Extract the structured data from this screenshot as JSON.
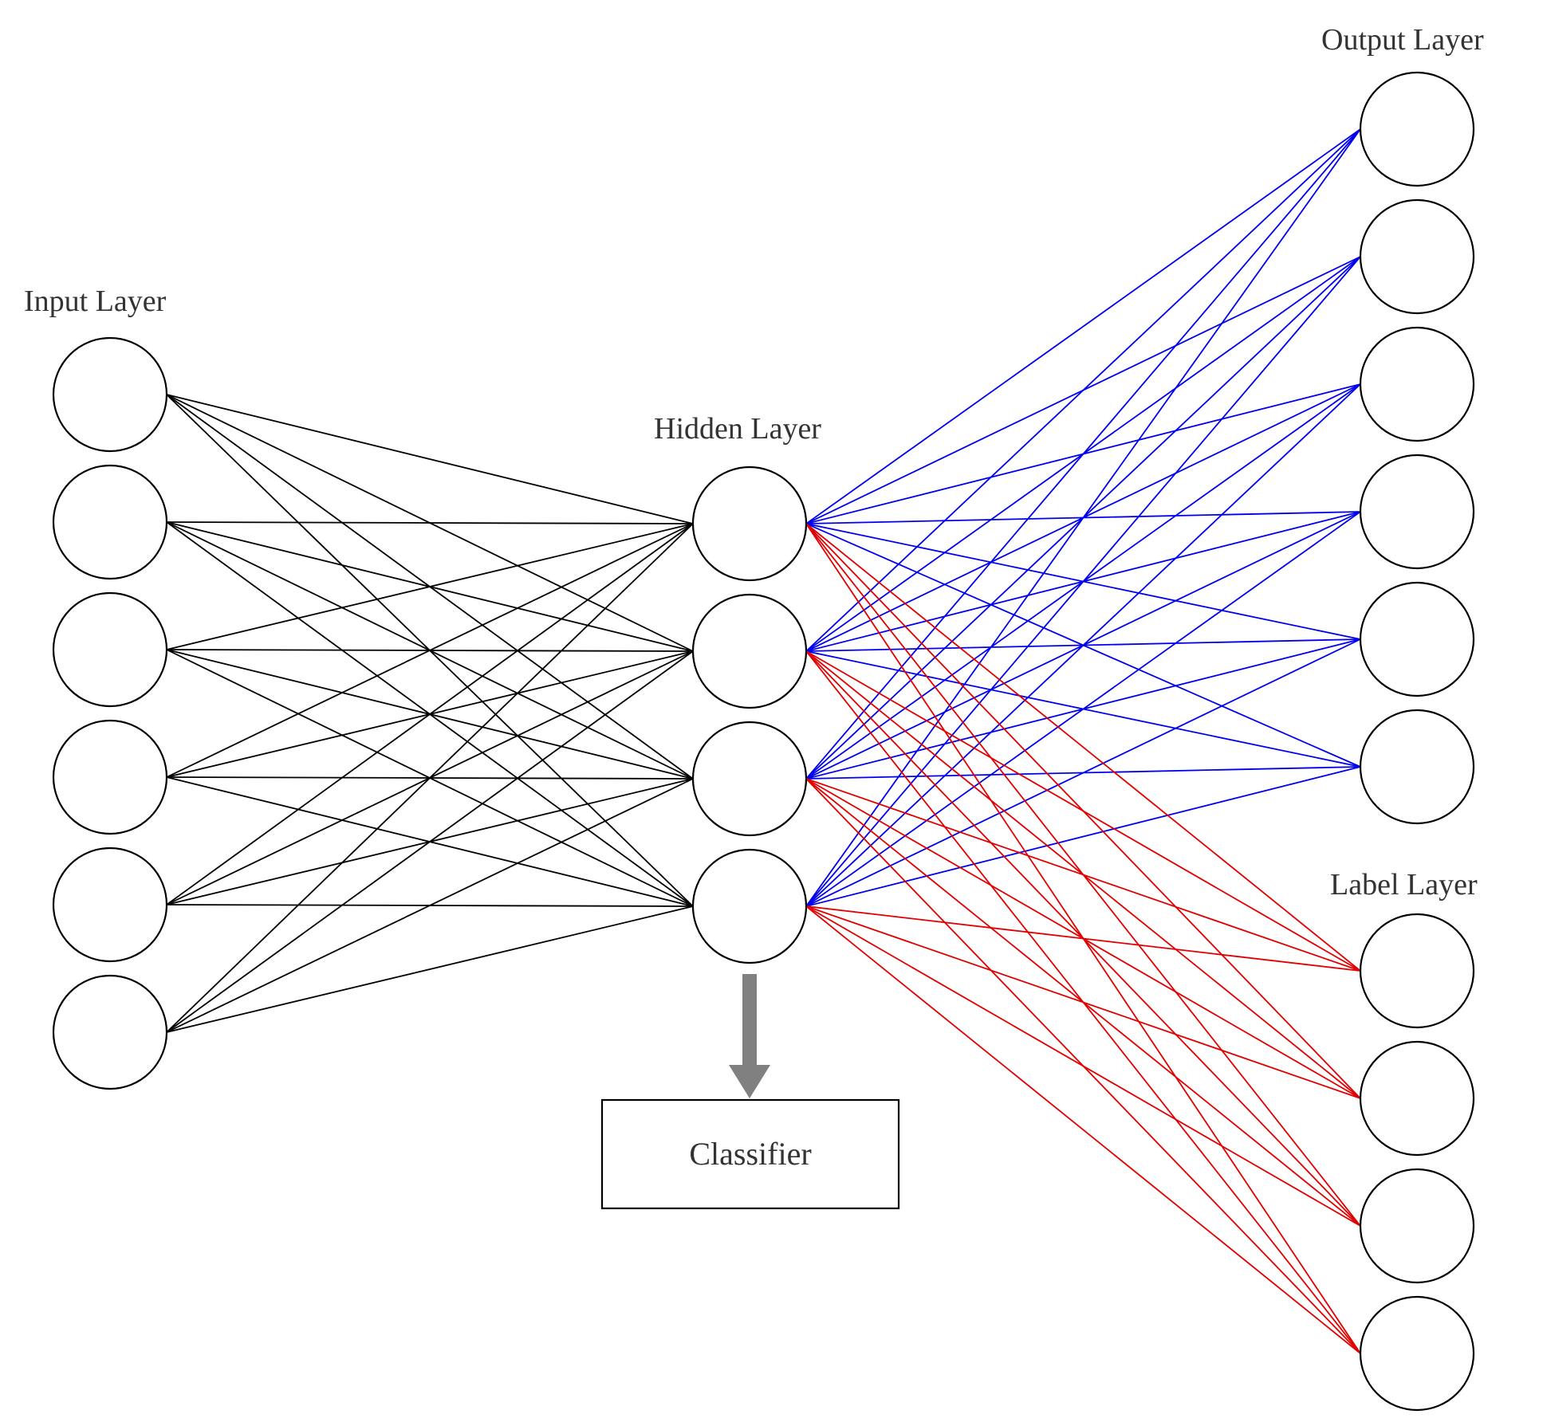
{
  "labels": {
    "input_layer": "Input Layer",
    "hidden_layer": "Hidden Layer",
    "output_layer": "Output Layer",
    "label_layer": "Label Layer",
    "classifier": "Classifier"
  },
  "structure": {
    "input_nodes": 6,
    "hidden_nodes": 4,
    "output_nodes": 6,
    "label_nodes": 4
  },
  "colors": {
    "input_edges": "#000000",
    "output_edges": "#0000ee",
    "label_edges": "#e00000",
    "arrow": "#808080"
  }
}
